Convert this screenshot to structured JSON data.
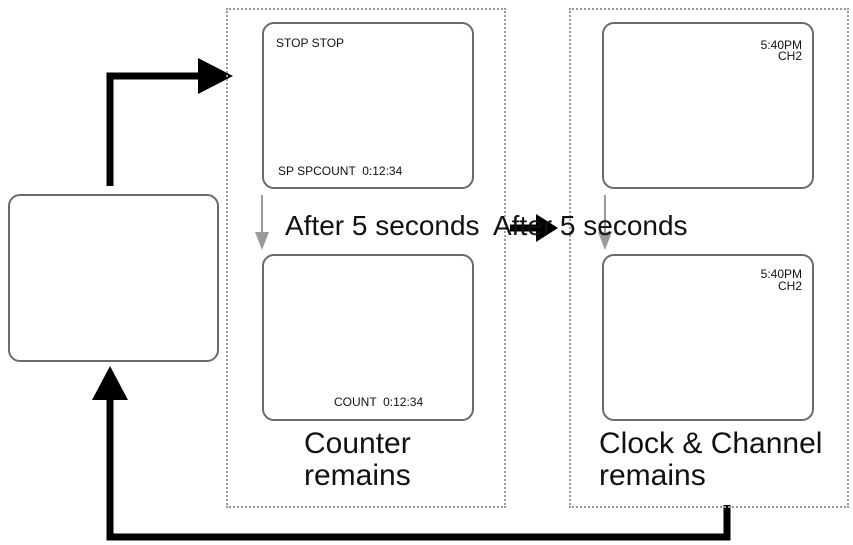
{
  "screens": {
    "playback_top": {
      "line1": "STOP STOP",
      "line2": "SP SPCOUNT  0:12:34"
    },
    "playback_bottom": {
      "line1": "COUNT  0:12:34"
    },
    "clock_top": {
      "time": "5:40PM",
      "channel": "CH2"
    },
    "clock_bottom": {
      "time": "5:40PM",
      "channel": "CH2"
    }
  },
  "labels": {
    "transition_1": "After 5 seconds",
    "transition_2": "After 5 seconds",
    "counter_caption_line1": "Counter",
    "counter_caption_line2": "remains",
    "clock_caption_line1": "Clock & Channel",
    "clock_caption_line2": "remains"
  },
  "colors": {
    "flow_arrow": "#000000",
    "transition_arrow": "#9a9a9a",
    "screen_border": "#6a6a6a",
    "group_border": "#9a9a9a"
  }
}
